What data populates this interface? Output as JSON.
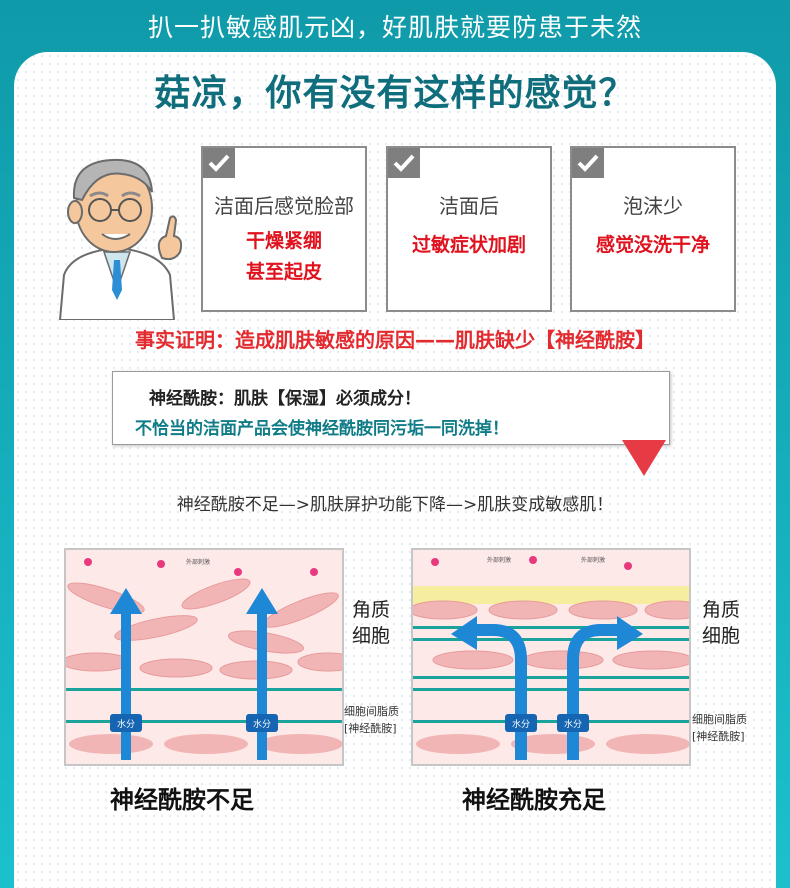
{
  "banner": "扒一扒敏感肌元凶，好肌肤就要防患于未然",
  "headline": "菇凉，你有没有这样的感觉？",
  "symptoms": [
    {
      "title": "洁面后感觉脸部",
      "detail": [
        "干燥紧绷",
        "甚至起皮"
      ]
    },
    {
      "title": "洁面后",
      "detail": [
        "过敏症状加剧"
      ]
    },
    {
      "title": "泡沫少",
      "detail": [
        "感觉没洗干净"
      ]
    }
  ],
  "fact": "事实证明：造成肌肤敏感的原因——肌肤缺少【神经酰胺】",
  "note": {
    "line1": "神经酰胺：肌肤【保湿】必须成分！",
    "line2": "不恰当的洁面产品会使神经酰胺同污垢一同洗掉！"
  },
  "chain": "神经酰胺不足—>肌肤屏护功能下降—>肌肤变成敏感肌！",
  "diagrams": {
    "left": {
      "external_label": "外部刺激",
      "water": "水分",
      "caption": "神经酰胺不足",
      "side_label_1": [
        "角质",
        "细胞"
      ],
      "side_label_2": [
        "细胞间脂质",
        "[神经酰胺]"
      ]
    },
    "right": {
      "external_label": "外部刺激",
      "water": "水分",
      "caption": "神经酰胺充足",
      "side_label_1": [
        "角质",
        "细胞"
      ],
      "side_label_2": [
        "细胞间脂质",
        "[神经酰胺]"
      ]
    }
  },
  "colors": {
    "teal_dark": "#0f6d7c",
    "red": "#e0121e",
    "cell_pink": "#f2b5b6",
    "lipid_teal": "#1aa39a",
    "water_blue": "#1e88d6"
  }
}
